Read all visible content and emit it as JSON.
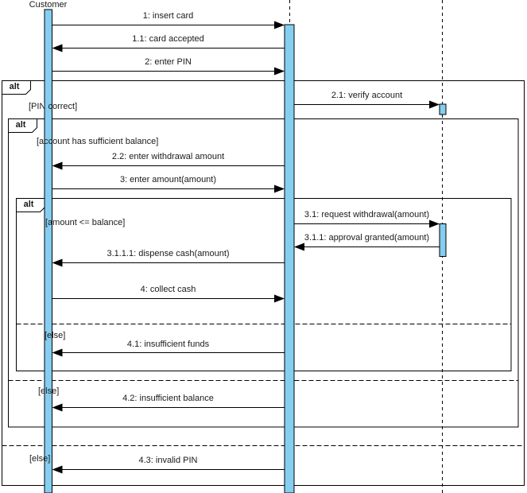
{
  "lifelines": {
    "customer_label": "Customer"
  },
  "frames": {
    "outer": {
      "operator": "alt",
      "guard": "[PIN correct]",
      "else_guard": "[else]"
    },
    "middle": {
      "operator": "alt",
      "guard": "[account has sufficient balance]",
      "else_guard": "[else]"
    },
    "inner": {
      "operator": "alt",
      "guard": "[amount <= balance]",
      "else_guard": "[else]"
    }
  },
  "messages": [
    {
      "label": "1: insert card"
    },
    {
      "label": "1.1: card accepted"
    },
    {
      "label": "2: enter PIN"
    },
    {
      "label": "2.1: verify account"
    },
    {
      "label": "2.2: enter withdrawal amount"
    },
    {
      "label": "3: enter amount(amount)"
    },
    {
      "label": "3.1: request withdrawal(amount)"
    },
    {
      "label": "3.1.1: approval granted(amount)"
    },
    {
      "label": "3.1.1.1: dispense cash(amount)"
    },
    {
      "label": "4: collect cash"
    },
    {
      "label": "4.1: insufficient funds"
    },
    {
      "label": "4.2: insufficient balance"
    },
    {
      "label": "4.3: invalid PIN"
    }
  ],
  "colors": {
    "activation_fill": "#85CEF0",
    "stroke": "#000000",
    "background": "#FFFFFF"
  }
}
